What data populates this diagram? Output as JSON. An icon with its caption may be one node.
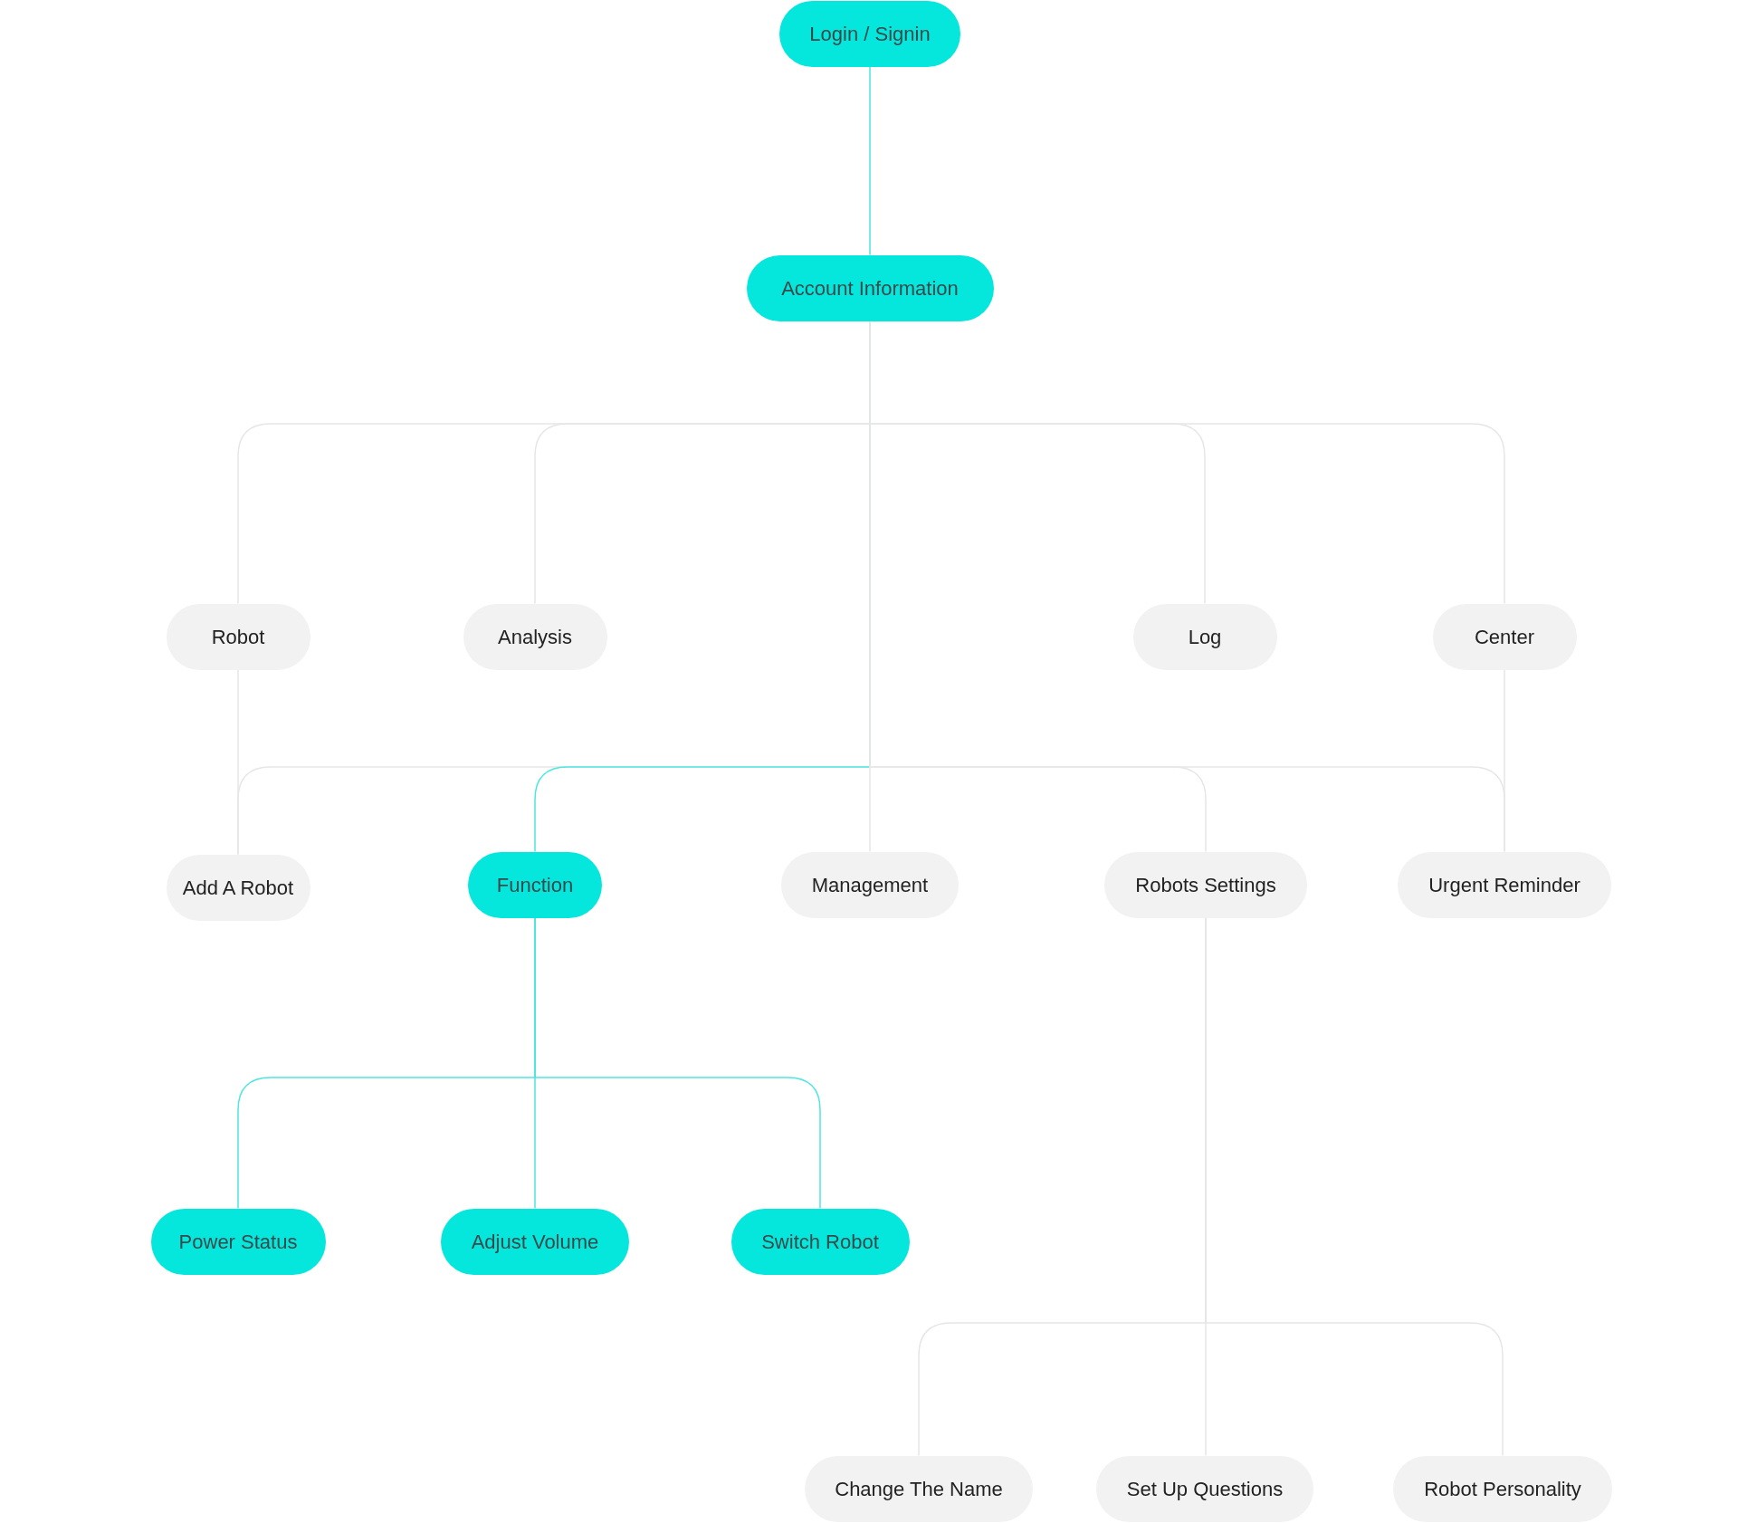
{
  "diagram": {
    "nodes": [
      {
        "text": [
          "Login / Signin"
        ]
      },
      {
        "text": [
          "Account Information"
        ]
      },
      {
        "text": [
          "Robot"
        ]
      },
      {
        "text": [
          "Analysis"
        ]
      },
      {
        "text": [
          "Log"
        ]
      },
      {
        "text": [
          "Center"
        ]
      },
      {
        "text": [
          "Add A Robot"
        ]
      },
      {
        "text": [
          "Function"
        ]
      },
      {
        "text": [
          "Management"
        ]
      },
      {
        "text": [
          "Robots Settings"
        ]
      },
      {
        "text": [
          "Urgent Reminder"
        ]
      },
      {
        "text": [
          "Power Status"
        ]
      },
      {
        "text": [
          "Adjust Volume"
        ]
      },
      {
        "text": [
          "Switch Robot"
        ]
      },
      {
        "text": [
          "Change The Name"
        ]
      },
      {
        "text": [
          "Set Up Questions"
        ]
      },
      {
        "text": [
          "Robot Personality"
        ]
      }
    ],
    "edges": [
      {
        "from": 0,
        "to": 1,
        "arrow": "none",
        "color": "#4ee6df"
      },
      {
        "from": 1,
        "to": 2,
        "arrow": "none"
      },
      {
        "from": 1,
        "to": 3,
        "arrow": "none"
      },
      {
        "from": 1,
        "to": 4,
        "arrow": "none"
      },
      {
        "from": 1,
        "to": 5,
        "arrow": "none"
      },
      {
        "from": 2,
        "to": 6,
        "arrow": "none"
      },
      {
        "from": 5,
        "to": 10,
        "arrow": "none"
      },
      {
        "from": 1,
        "to": 6,
        "arrow": "none"
      },
      {
        "from": 1,
        "to": 7,
        "arrow": "none",
        "color": "#4ee6df"
      },
      {
        "from": 1,
        "to": 8,
        "arrow": "none"
      },
      {
        "from": 1,
        "to": 9,
        "arrow": "none"
      },
      {
        "from": 1,
        "to": 10,
        "arrow": "none"
      },
      {
        "from": 7,
        "to": 11,
        "arrow": "none",
        "color": "#4ee6df"
      },
      {
        "from": 7,
        "to": 12,
        "arrow": "none",
        "color": "#4ee6df"
      },
      {
        "from": 7,
        "to": 13,
        "arrow": "none",
        "color": "#4ee6df"
      },
      {
        "from": 9,
        "to": 14,
        "arrow": "none"
      },
      {
        "from": 9,
        "to": 15,
        "arrow": "none"
      },
      {
        "from": 9,
        "to": 16,
        "arrow": "none"
      }
    ]
  }
}
